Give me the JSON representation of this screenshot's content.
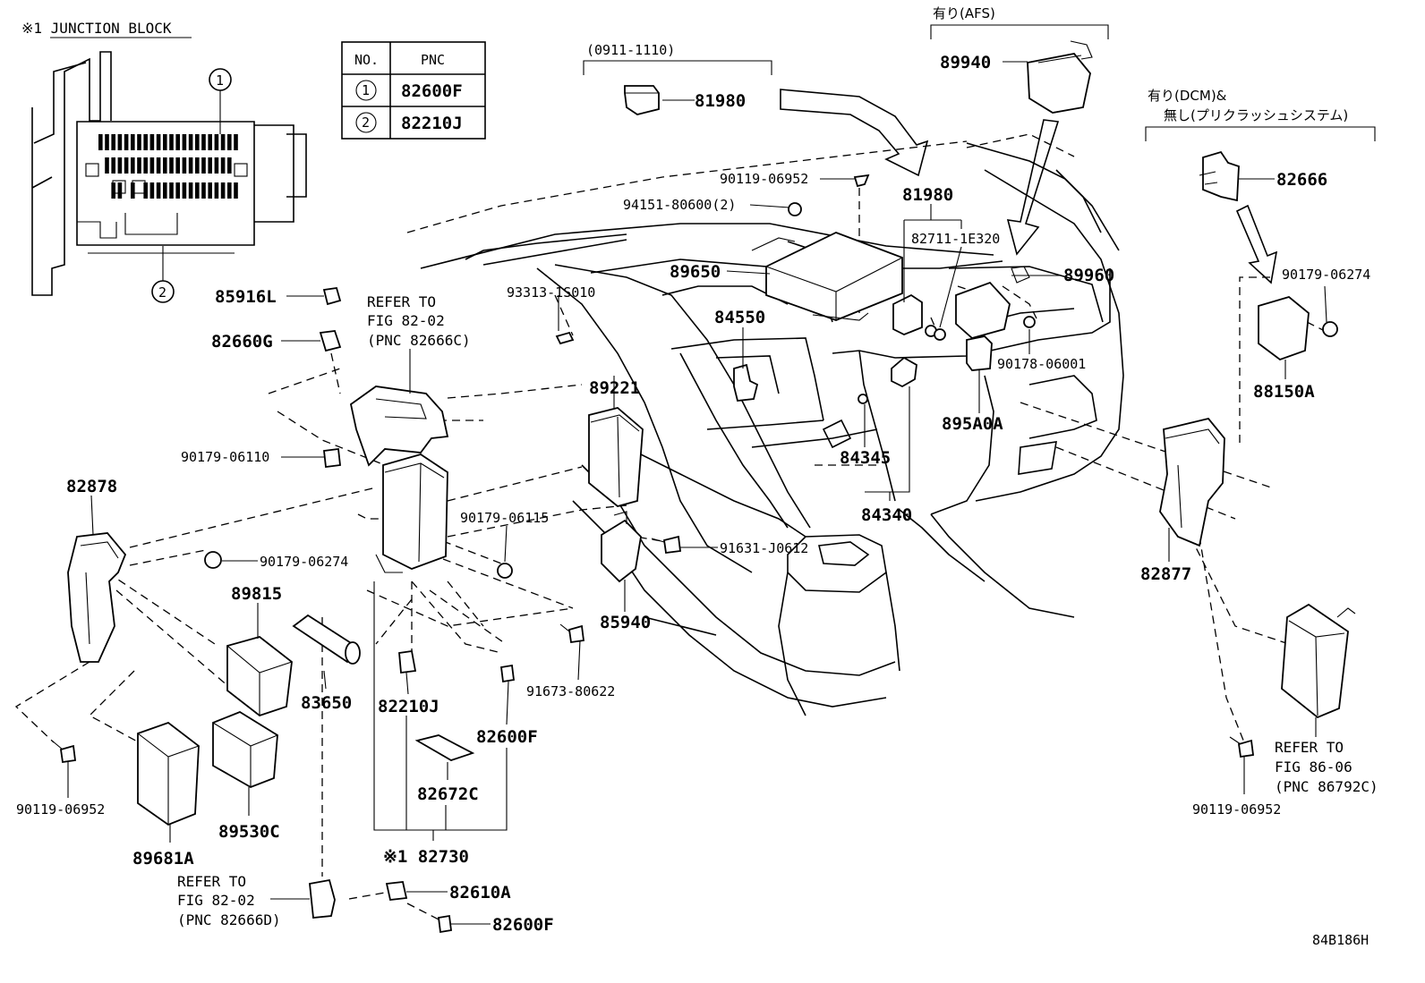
{
  "junction": {
    "title": "※1 JUNCTION BLOCK",
    "callout_1": "1",
    "callout_2": "2"
  },
  "pnc_table": {
    "header_no": "NO.",
    "header_pnc": "PNC",
    "rows": [
      {
        "no": "1",
        "pnc": "82600F"
      },
      {
        "no": "2",
        "pnc": "82210J"
      }
    ]
  },
  "groups": {
    "date_range": "(0911-1110)",
    "afs": "有り(AFS)",
    "dcm_line1": "有り(DCM)&",
    "dcm_line2": "無し(プリクラッシュシステム)"
  },
  "refs": {
    "ref_a": [
      "REFER TO",
      "FIG 82-02",
      "(PNC 82666C)"
    ],
    "ref_b": [
      "REFER TO",
      "FIG 86-06",
      "(PNC 86792C)"
    ],
    "ref_c": [
      "REFER TO",
      "FIG 82-02",
      "(PNC 82666D)"
    ]
  },
  "parts": {
    "p81980_top": "81980",
    "p89940": "89940",
    "p82666": "82666",
    "p90119_a": "90119-06952",
    "p94151": "94151-80600(2)",
    "p81980": "81980",
    "p82711": "82711-1E320",
    "p89960": "89960",
    "p93313": "93313-1S010",
    "p89650": "89650",
    "p84550": "84550",
    "p90179_r": "90179-06274",
    "p88150": "88150A",
    "p90178": "90178-06001",
    "p895a0": "895A0A",
    "p89221": "89221",
    "p84345": "84345",
    "p84340": "84340",
    "p85916": "85916L",
    "p82660": "82660G",
    "p90179_06110": "90179-06110",
    "p82878": "82878",
    "p90179_06115": "90179-06115",
    "p91631": "91631-J0612",
    "p90179_l": "90179-06274",
    "p89815": "89815",
    "p85940": "85940",
    "p82877": "82877",
    "p91673": "91673-80622",
    "p83650": "83650",
    "p82210": "82210J",
    "p82600_mid": "82600F",
    "p82672": "82672C",
    "p90119_l": "90119-06952",
    "p89530": "89530C",
    "p89681": "89681A",
    "p82730": "※1 82730",
    "p90119_r": "90119-06952",
    "p82610": "82610A",
    "p82600_bot": "82600F"
  },
  "figure_id": "84B186H"
}
